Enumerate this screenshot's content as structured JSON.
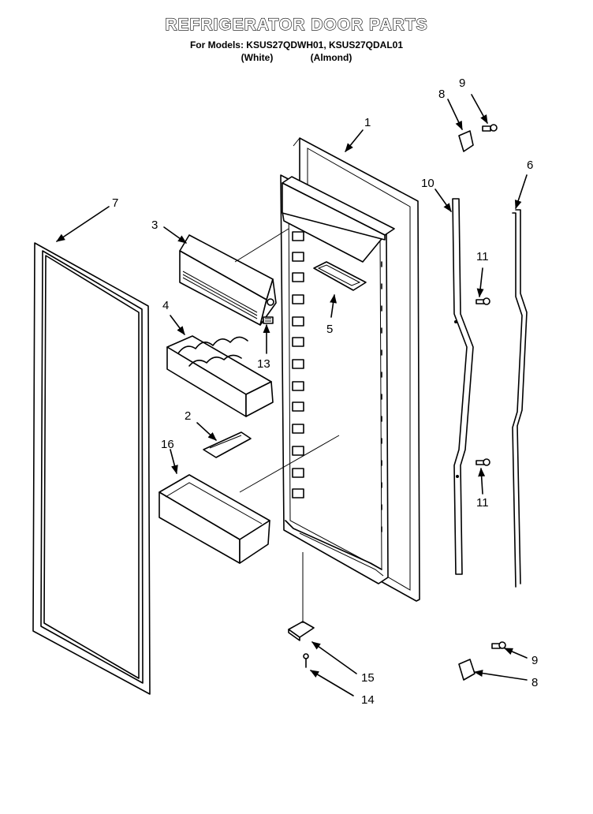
{
  "header": {
    "title": "REFRIGERATOR DOOR PARTS",
    "models_line": "For Models: KSUS27QDWH01, KSUS27QDAL01",
    "variant_white": "(White)",
    "variant_almond": "(Almond)"
  },
  "callouts": [
    {
      "id": "1",
      "part": "door"
    },
    {
      "id": "2",
      "part": "clip"
    },
    {
      "id": "3",
      "part": "dairy-compartment"
    },
    {
      "id": "4",
      "part": "egg-tray"
    },
    {
      "id": "5",
      "part": "small-bin"
    },
    {
      "id": "6",
      "part": "gasket-strip"
    },
    {
      "id": "7",
      "part": "door-gasket"
    },
    {
      "id": "8",
      "part": "hinge-bracket"
    },
    {
      "id": "9",
      "part": "screw"
    },
    {
      "id": "10",
      "part": "handle-bar"
    },
    {
      "id": "11",
      "part": "screw"
    },
    {
      "id": "13",
      "part": "spring"
    },
    {
      "id": "14",
      "part": "screw"
    },
    {
      "id": "15",
      "part": "door-stop"
    },
    {
      "id": "16",
      "part": "door-bin"
    }
  ],
  "labels": {
    "c1": "1",
    "c2": "2",
    "c3": "3",
    "c4": "4",
    "c5": "5",
    "c6": "6",
    "c7": "7",
    "c8a": "8",
    "c8b": "8",
    "c9a": "9",
    "c9b": "9",
    "c10": "10",
    "c11a": "11",
    "c11b": "11",
    "c13": "13",
    "c14": "14",
    "c15": "15",
    "c16": "16"
  }
}
